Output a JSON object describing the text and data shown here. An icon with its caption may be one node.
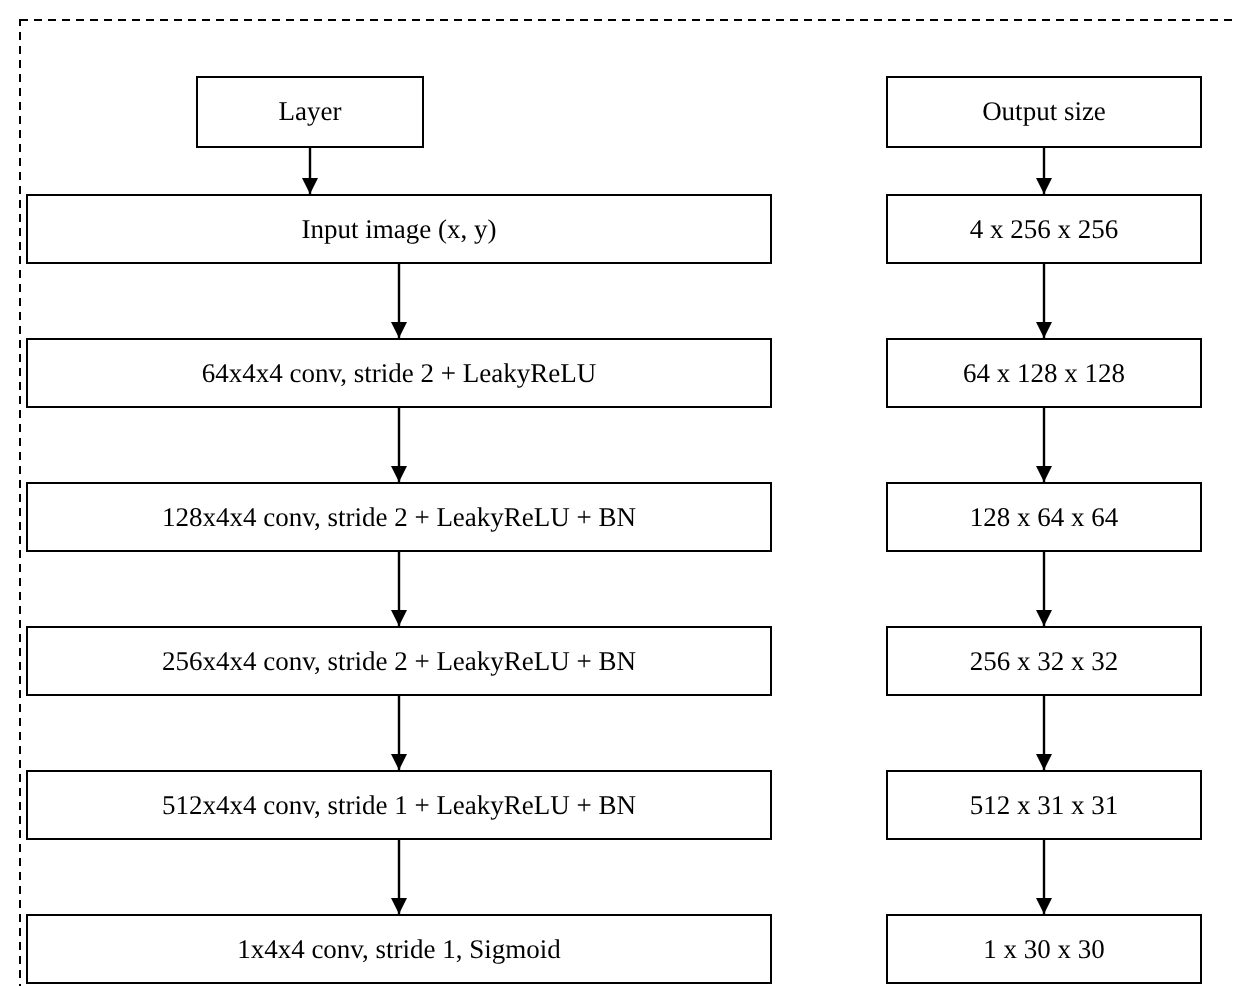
{
  "diagram": {
    "nodes": [
      {
        "text": [
          "Layer"
        ]
      },
      {
        "text": [
          "Input image (x, y)"
        ]
      },
      {
        "text": [
          "64x4x4 conv, stride 2 + LeakyReLU"
        ]
      },
      {
        "text": [
          "128x4x4 conv, stride 2 + LeakyReLU + BN"
        ]
      },
      {
        "text": [
          "256x4x4 conv, stride 2 + LeakyReLU + BN"
        ]
      },
      {
        "text": [
          "512x4x4 conv, stride 1 + LeakyReLU + BN"
        ]
      },
      {
        "text": [
          "1x4x4 conv, stride 1, Sigmoid"
        ]
      },
      {
        "text": [
          "Output size"
        ]
      },
      {
        "text": [
          "4 x 256 x 256"
        ]
      },
      {
        "text": [
          "64 x 128 x 128"
        ]
      },
      {
        "text": [
          "128 x 64 x 64"
        ]
      },
      {
        "text": [
          "256 x 32 x 32"
        ]
      },
      {
        "text": [
          "512 x 31 x 31"
        ]
      },
      {
        "text": [
          "1 x 30 x 30"
        ]
      }
    ],
    "edges": [
      {
        "from": 0,
        "to": 1,
        "arrow": "to"
      },
      {
        "from": 1,
        "to": 2,
        "arrow": "to"
      },
      {
        "from": 2,
        "to": 3,
        "arrow": "to"
      },
      {
        "from": 3,
        "to": 4,
        "arrow": "to"
      },
      {
        "from": 4,
        "to": 5,
        "arrow": "to"
      },
      {
        "from": 5,
        "to": 6,
        "arrow": "to"
      },
      {
        "from": 7,
        "to": 8,
        "arrow": "to"
      },
      {
        "from": 8,
        "to": 9,
        "arrow": "to"
      },
      {
        "from": 9,
        "to": 10,
        "arrow": "to"
      },
      {
        "from": 10,
        "to": 11,
        "arrow": "to"
      },
      {
        "from": 11,
        "to": 12,
        "arrow": "to"
      },
      {
        "from": 12,
        "to": 13,
        "arrow": "to"
      }
    ]
  }
}
